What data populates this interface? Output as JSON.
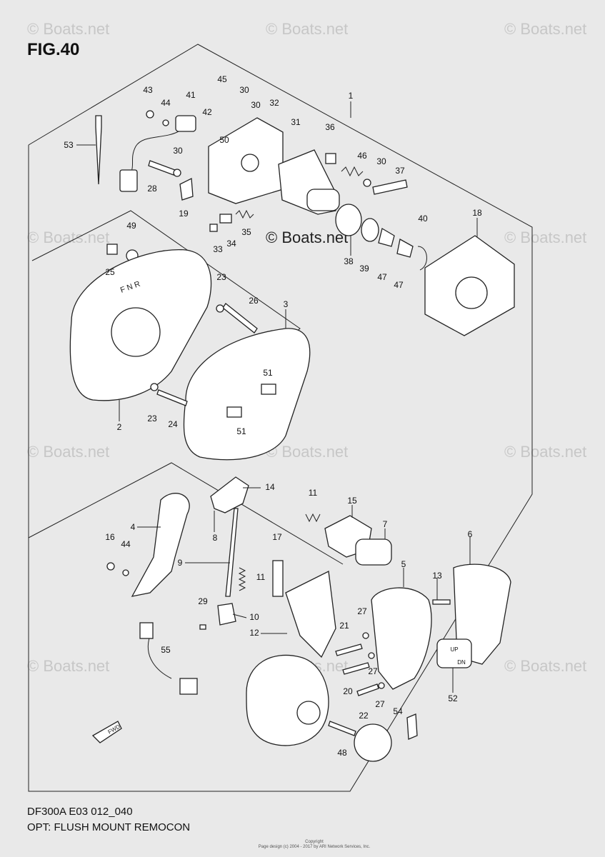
{
  "figure": {
    "title": "FIG.40",
    "code": "DF300A  E03  012_040",
    "description": "OPT: FLUSH MOUNT REMOCON"
  },
  "watermark": {
    "text": "© Boats.net",
    "center_text": "© Boats.net"
  },
  "copyright": {
    "line1": "Copyright",
    "line2": "Page design (c) 2004 - 2017 by ARI Network Services, Inc."
  },
  "direction_badge": "FWD",
  "lever_markings": {
    "shift_label": "F N R",
    "switch_up": "UP",
    "switch_dn": "DN"
  },
  "parts": [
    {
      "id": "part-1",
      "label": "1"
    },
    {
      "id": "part-2",
      "label": "2"
    },
    {
      "id": "part-3",
      "label": "3"
    },
    {
      "id": "part-4",
      "label": "4"
    },
    {
      "id": "part-5",
      "label": "5"
    },
    {
      "id": "part-6",
      "label": "6"
    },
    {
      "id": "part-7",
      "label": "7"
    },
    {
      "id": "part-8",
      "label": "8"
    },
    {
      "id": "part-9",
      "label": "9"
    },
    {
      "id": "part-10",
      "label": "10"
    },
    {
      "id": "part-11a",
      "label": "11"
    },
    {
      "id": "part-11b",
      "label": "11"
    },
    {
      "id": "part-12",
      "label": "12"
    },
    {
      "id": "part-13",
      "label": "13"
    },
    {
      "id": "part-14",
      "label": "14"
    },
    {
      "id": "part-15",
      "label": "15"
    },
    {
      "id": "part-16",
      "label": "16"
    },
    {
      "id": "part-17",
      "label": "17"
    },
    {
      "id": "part-18",
      "label": "18"
    },
    {
      "id": "part-19",
      "label": "19"
    },
    {
      "id": "part-20",
      "label": "20"
    },
    {
      "id": "part-21",
      "label": "21"
    },
    {
      "id": "part-22",
      "label": "22"
    },
    {
      "id": "part-23a",
      "label": "23"
    },
    {
      "id": "part-23b",
      "label": "23"
    },
    {
      "id": "part-24",
      "label": "24"
    },
    {
      "id": "part-25",
      "label": "25"
    },
    {
      "id": "part-26",
      "label": "26"
    },
    {
      "id": "part-27a",
      "label": "27"
    },
    {
      "id": "part-27b",
      "label": "27"
    },
    {
      "id": "part-27c",
      "label": "27"
    },
    {
      "id": "part-28",
      "label": "28"
    },
    {
      "id": "part-29",
      "label": "29"
    },
    {
      "id": "part-30a",
      "label": "30"
    },
    {
      "id": "part-30b",
      "label": "30"
    },
    {
      "id": "part-30c",
      "label": "30"
    },
    {
      "id": "part-30d",
      "label": "30"
    },
    {
      "id": "part-31",
      "label": "31"
    },
    {
      "id": "part-32",
      "label": "32"
    },
    {
      "id": "part-33",
      "label": "33"
    },
    {
      "id": "part-34",
      "label": "34"
    },
    {
      "id": "part-35",
      "label": "35"
    },
    {
      "id": "part-36",
      "label": "36"
    },
    {
      "id": "part-37",
      "label": "37"
    },
    {
      "id": "part-38",
      "label": "38"
    },
    {
      "id": "part-39",
      "label": "39"
    },
    {
      "id": "part-40",
      "label": "40"
    },
    {
      "id": "part-41",
      "label": "41"
    },
    {
      "id": "part-42",
      "label": "42"
    },
    {
      "id": "part-43",
      "label": "43"
    },
    {
      "id": "part-44a",
      "label": "44"
    },
    {
      "id": "part-44b",
      "label": "44"
    },
    {
      "id": "part-45",
      "label": "45"
    },
    {
      "id": "part-46",
      "label": "46"
    },
    {
      "id": "part-47a",
      "label": "47"
    },
    {
      "id": "part-47b",
      "label": "47"
    },
    {
      "id": "part-48",
      "label": "48"
    },
    {
      "id": "part-49",
      "label": "49"
    },
    {
      "id": "part-50",
      "label": "50"
    },
    {
      "id": "part-51a",
      "label": "51"
    },
    {
      "id": "part-51b",
      "label": "51"
    },
    {
      "id": "part-52",
      "label": "52"
    },
    {
      "id": "part-53",
      "label": "53"
    },
    {
      "id": "part-54",
      "label": "54"
    },
    {
      "id": "part-55",
      "label": "55"
    }
  ]
}
